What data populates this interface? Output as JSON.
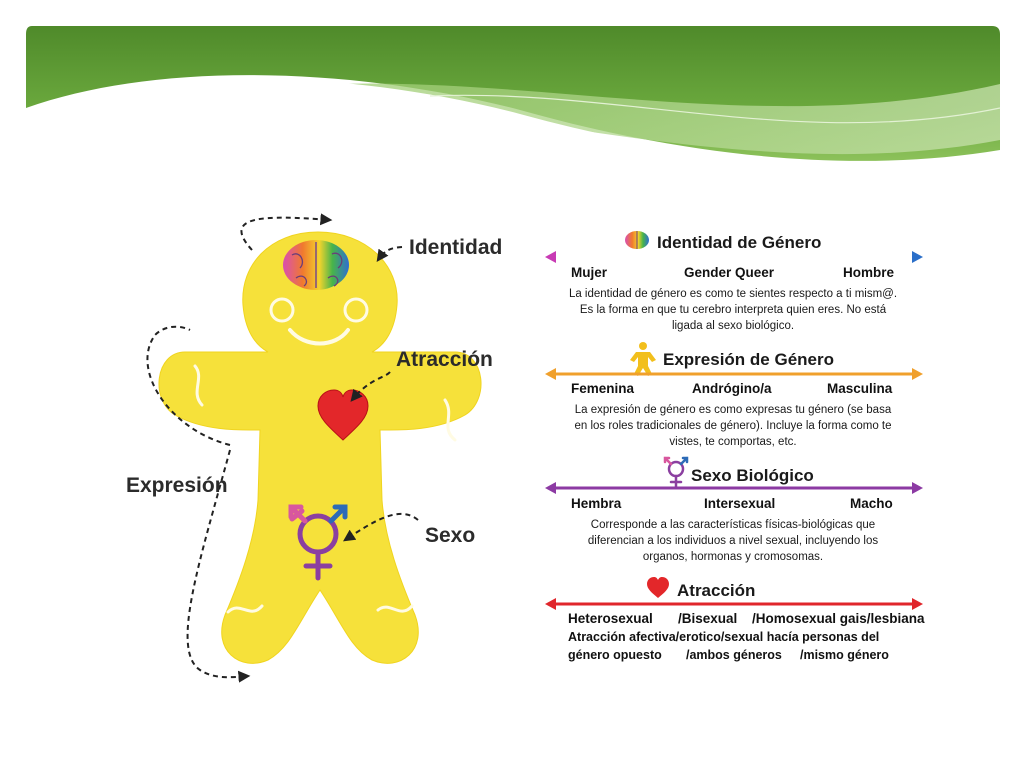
{
  "figure": {
    "labels": {
      "identidad": "Identidad",
      "atraccion": "Atracción",
      "expresion": "Expresión",
      "sexo": "Sexo"
    },
    "panels": {
      "identidad": {
        "title": "Identidad de Género",
        "scale": [
          "Mujer",
          "Gender Queer",
          "Hombre"
        ],
        "desc": [
          "La identidad de género es como te sientes respecto a ti mism@.",
          "Es la forma en que tu cerebro interpreta quien eres. No está",
          "ligada al sexo biológico."
        ]
      },
      "expresion": {
        "title": "Expresión de Género",
        "scale": [
          "Femenina",
          "Andrógino/a",
          "Masculina"
        ],
        "desc": [
          "La expresión de género es como expresas tu género (se basa",
          "en los roles tradicionales de género). Incluye la forma como te",
          "vistes, te comportas, etc."
        ]
      },
      "sexo": {
        "title": "Sexo Biológico",
        "scale": [
          "Hembra",
          "Intersexual",
          "Macho"
        ],
        "desc": [
          "Corresponde a las características físicas-biológicas que",
          "diferencian a los individuos a nivel sexual, incluyendo los",
          "organos, hormonas y cromosomas."
        ]
      },
      "atraccion": {
        "title": "Atracción",
        "scale": [
          "Heterosexual",
          "/Bisexual",
          "/Homosexual gais/lesbiana"
        ],
        "desc": [
          "Atracción afectiva/erotico/sexual hacía personas del",
          "género opuesto",
          "/ambos géneros",
          "/mismo género"
        ]
      }
    }
  }
}
